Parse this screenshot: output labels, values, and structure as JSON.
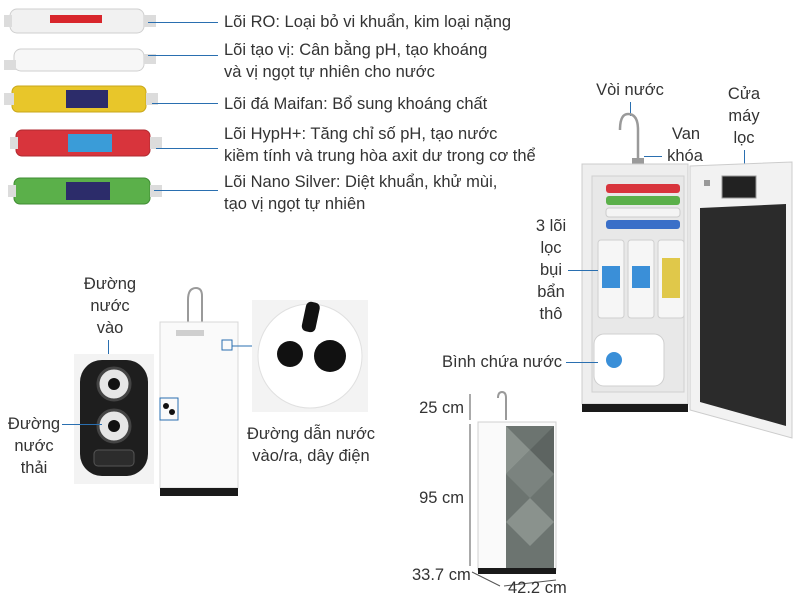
{
  "filters": [
    {
      "name": "filter-ro",
      "text": "Lõi RO: Loại bỏ vi khuẩn, kim loại nặng",
      "color": "#f1f1f1",
      "band": "#d8262c"
    },
    {
      "name": "filter-taste",
      "line1": "Lõi tạo vị: Cân bằng pH, tạo khoáng",
      "line2": "và vị ngọt tự nhiên cho nước",
      "color": "#f4f4f4",
      "band": "#ffffff"
    },
    {
      "name": "filter-maifan",
      "text": "Lõi đá Maifan: Bổ sung khoáng chất",
      "color": "#e8c62a",
      "band": "#2c2c6a"
    },
    {
      "name": "filter-hyph",
      "line1": "Lõi HypH+: Tăng chỉ số pH, tạo nước",
      "line2": "kiềm tính và trung hòa axit dư trong cơ thể",
      "color": "#d8343c",
      "band": "#3a9cd8"
    },
    {
      "name": "filter-nano-silver",
      "line1": "Lõi Nano Silver: Diệt khuẩn, khử mùi,",
      "line2": "tạo vị ngọt tự nhiên",
      "color": "#5bb04a",
      "band": "#2c2c6a"
    }
  ],
  "labels": {
    "faucet": "Vòi nước",
    "valve_1": "Van",
    "valve_2": "khóa",
    "door_1": "Cửa",
    "door_2": "máy",
    "door_3": "lọc",
    "prefilter_1": "3 lõi",
    "prefilter_2": "lọc",
    "prefilter_3": "bụi",
    "prefilter_4": "bẩn",
    "prefilter_5": "thô",
    "tank": "Bình chứa nước",
    "inlet_1": "Đường",
    "inlet_2": "nước",
    "inlet_3": "vào",
    "waste_1": "Đường",
    "waste_2": "nước",
    "waste_3": "thải",
    "ports_1": "Đường dẫn nước",
    "ports_2": "vào/ra, dây điện"
  },
  "dimensions": {
    "faucet_height": "25 cm",
    "body_height": "95 cm",
    "depth": "33.7 cm",
    "width": "42.2 cm"
  },
  "colors": {
    "accent_line": "#2a6fb0",
    "cabinet_panel": "#2b2b2b",
    "body_white": "#fafafa"
  }
}
